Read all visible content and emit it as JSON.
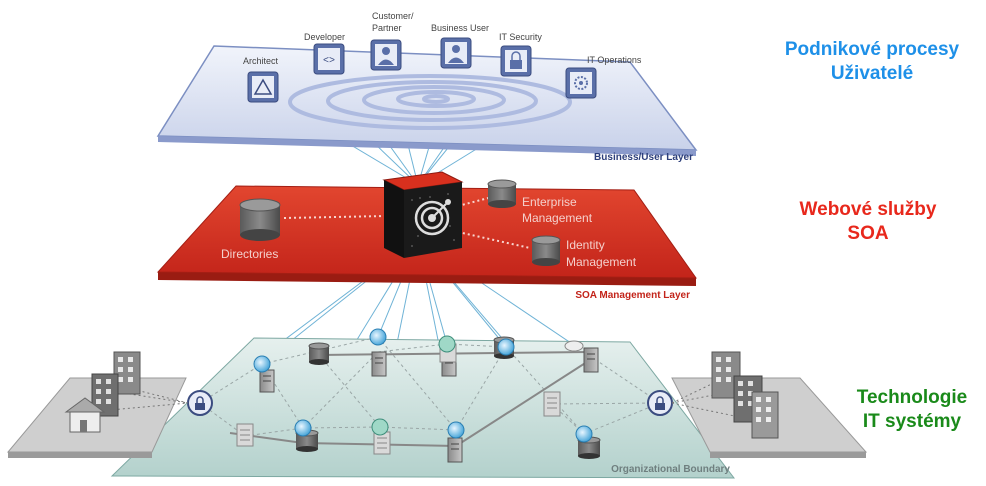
{
  "roles": {
    "architect": "Architect",
    "developer": "Developer",
    "customer_line1": "Customer/",
    "customer_line2": "Partner",
    "business_user": "Business User",
    "it_security": "IT Security",
    "it_operations": "IT Operations"
  },
  "layers": {
    "business": "Business/User Layer",
    "soa_mgmt": "SOA Management Layer",
    "org_boundary": "Organizational Boundary"
  },
  "soa_items": {
    "directories": "Directories",
    "enterprise_line1": "Enterprise",
    "enterprise_line2": "Management",
    "identity_line1": "Identity",
    "identity_line2": "Management"
  },
  "side_labels": {
    "business_line1": "Podnikové procesy",
    "business_line2": "Uživatelé",
    "soa_line1": "Webové služby",
    "soa_line2": "SOA",
    "tech_line1": "Technologie",
    "tech_line2": "IT systémy"
  },
  "colors": {
    "business_text": "#1e90e8",
    "soa_text": "#e8281c",
    "tech_text": "#1a8a1a",
    "soa_plane": "#d8301e",
    "business_plane": "#d8dff0",
    "org_plane": "#bfdad6"
  }
}
